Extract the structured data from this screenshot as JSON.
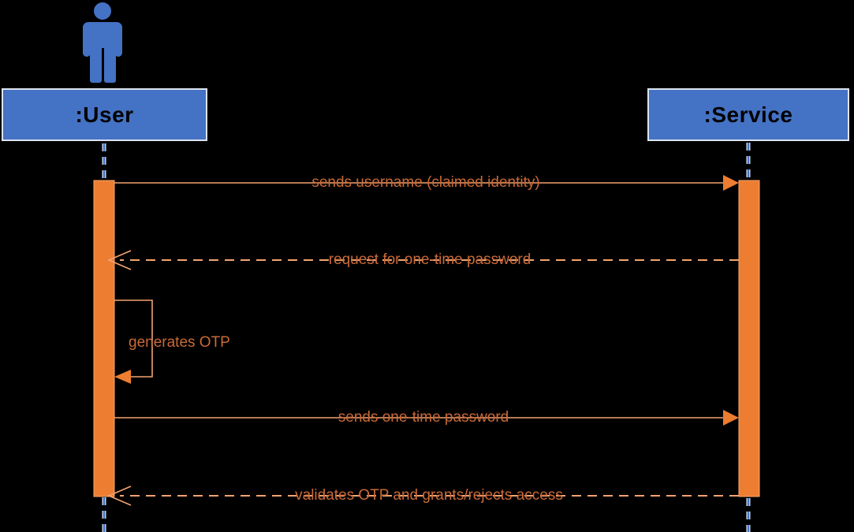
{
  "lifelines": [
    {
      "name": ":User",
      "icon": "actor-icon"
    },
    {
      "name": ":Service"
    }
  ],
  "messages": [
    {
      "label": "sends username (claimed identity)",
      "from": ":User",
      "to": ":Service",
      "line": "solid",
      "arrow": "filled"
    },
    {
      "label": "request for one-time password",
      "from": ":Service",
      "to": ":User",
      "line": "dashed",
      "arrow": "open"
    },
    {
      "label": "generates OTP",
      "from": ":User",
      "to": ":User",
      "line": "self",
      "arrow": "filled"
    },
    {
      "label": "sends one-time password",
      "from": ":User",
      "to": ":Service",
      "line": "solid",
      "arrow": "filled"
    },
    {
      "label": "validates OTP and grants/rejects access",
      "from": ":Service",
      "to": ":User",
      "line": "dashed",
      "arrow": "open"
    }
  ],
  "colors": {
    "background": "#000000",
    "actor_blue": "#4472C4",
    "box_fill": "#4472C4",
    "box_border": "#DCE3EF",
    "box_title": "#000000",
    "lifeline_core": "#4472C4",
    "lifeline_halo": "#DDE6F4",
    "activation_fill": "#ED7D31",
    "activation_border": "#F5A870",
    "message_line": "#F2A470",
    "message_text": "#C96A38",
    "arrowhead_fill": "#ED7D31"
  }
}
